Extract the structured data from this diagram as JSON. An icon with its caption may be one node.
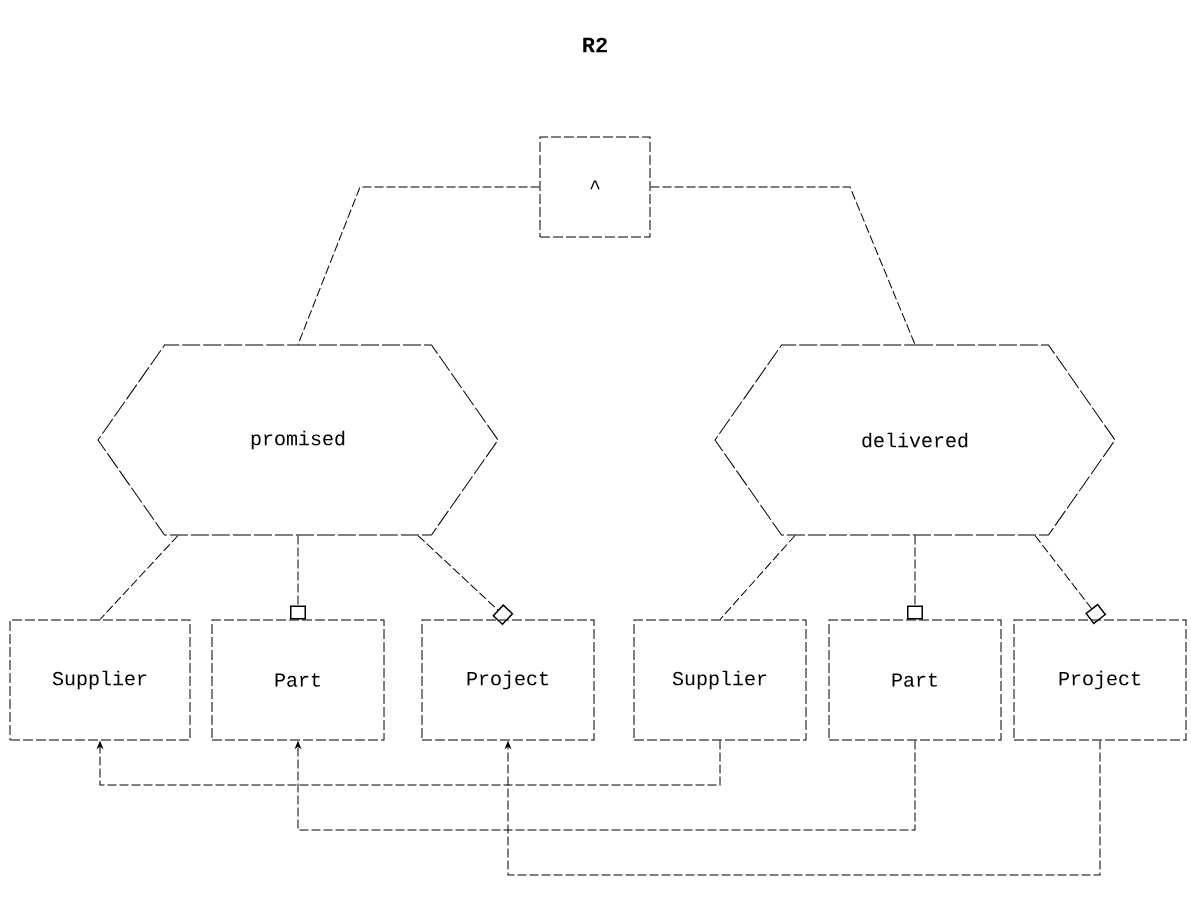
{
  "diagram": {
    "title": "R2",
    "nodes": [
      {
        "text": [
          "^"
        ]
      },
      {
        "text": [
          "promised"
        ]
      },
      {
        "text": [
          "delivered"
        ]
      },
      {
        "text": [
          "Supplier"
        ]
      },
      {
        "text": [
          "Part"
        ]
      },
      {
        "text": [
          "Project"
        ]
      },
      {
        "text": [
          "Supplier"
        ]
      },
      {
        "text": [
          "Part"
        ]
      },
      {
        "text": [
          "Project"
        ]
      }
    ],
    "edges": [
      {
        "from": 0,
        "to": 1,
        "arrow": "none"
      },
      {
        "from": 0,
        "to": 2,
        "arrow": "none"
      },
      {
        "from": 1,
        "to": 3,
        "arrow": "none"
      },
      {
        "from": 1,
        "to": 4,
        "arrow": "other"
      },
      {
        "from": 1,
        "to": 5,
        "arrow": "other"
      },
      {
        "from": 2,
        "to": 6,
        "arrow": "none"
      },
      {
        "from": 2,
        "to": 7,
        "arrow": "other"
      },
      {
        "from": 2,
        "to": 8,
        "arrow": "other"
      },
      {
        "from": 6,
        "to": 3,
        "arrow": "to"
      },
      {
        "from": 7,
        "to": 4,
        "arrow": "to"
      },
      {
        "from": 8,
        "to": 5,
        "arrow": "to"
      }
    ]
  }
}
